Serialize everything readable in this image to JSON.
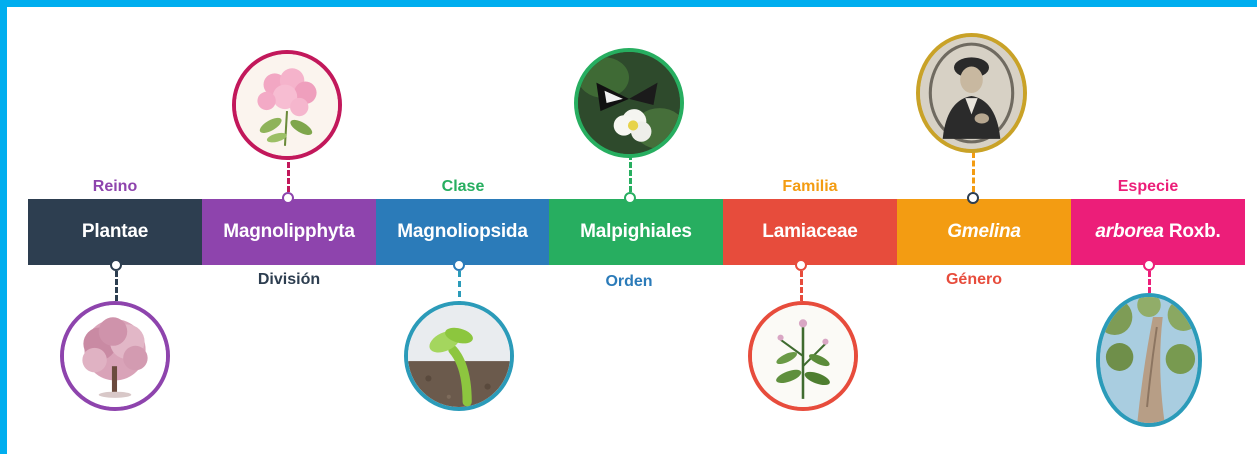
{
  "colors": {
    "frame": "#00aeef",
    "plantae": "#2d3e50",
    "magnolipphyta": "#8e44ad",
    "magnoliopsida": "#2b7bb9",
    "malpighiales": "#27ae60",
    "lamiaceae": "#e74c3c",
    "gmelina": "#f39c12",
    "arborea": "#ec1e79"
  },
  "taxonomy": [
    {
      "name": "Plantae",
      "rank": "Reino",
      "image": "pink-flowering-tree-image"
    },
    {
      "name": "Magnolipphyta",
      "rank": "División",
      "image": "pink-flower-illustration-image"
    },
    {
      "name": "Magnoliopsida",
      "rank": "Clase",
      "image": "seedling-sprout-image"
    },
    {
      "name": "Malpighiales",
      "rank": "Orden",
      "image": "butterfly-flower-image"
    },
    {
      "name": "Lamiaceae",
      "rank": "Familia",
      "image": "mint-plant-illustration-image"
    },
    {
      "name": "Gmelina",
      "rank": "Género",
      "image": "gmelin-portrait-image"
    },
    {
      "name_italic": "arborea",
      "name_rest": "Roxb.",
      "rank": "Especie",
      "image": "tree-trunk-canopy-image"
    }
  ]
}
